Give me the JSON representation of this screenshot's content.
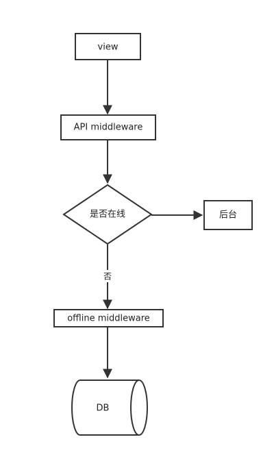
{
  "nodes": {
    "view": "view",
    "api_middleware": "API middleware",
    "online_check": "是否在线",
    "backend": "后台",
    "offline_middleware": "offline middleware",
    "db": "DB"
  },
  "edges": {
    "no_label": "否"
  },
  "colors": {
    "stroke": "#333333",
    "fill": "#ffffff",
    "text": "#222222"
  }
}
